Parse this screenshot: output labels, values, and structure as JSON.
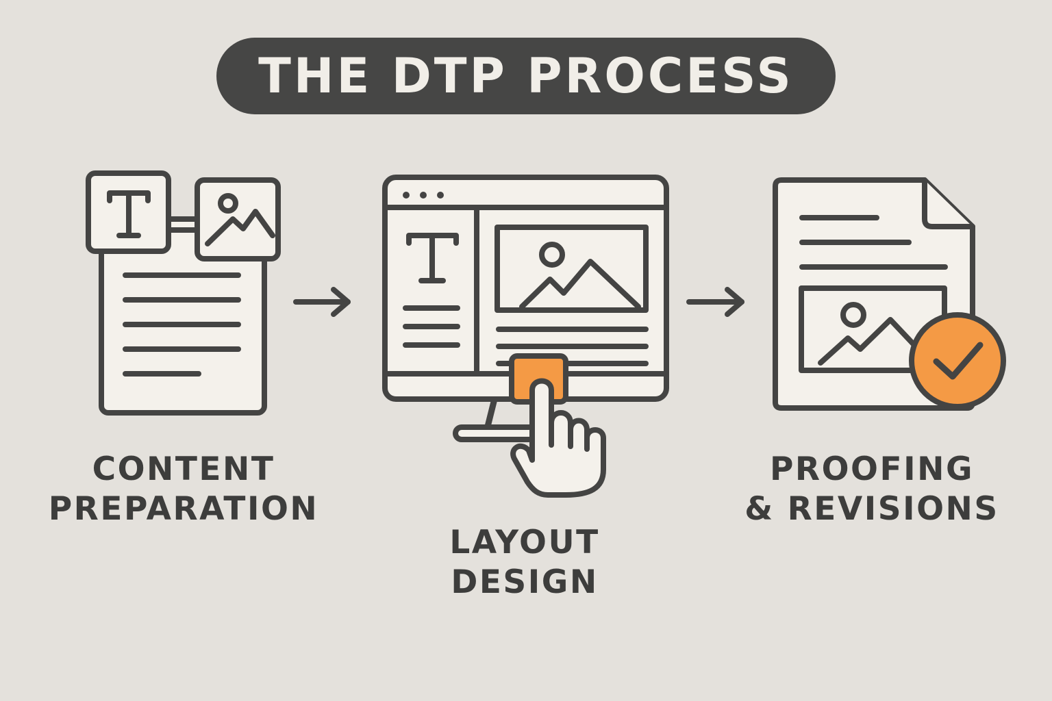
{
  "title": "THE DTP PROCESS",
  "colors": {
    "background": "#e4e1dc",
    "ink": "#444443",
    "paper": "#f4f1eb",
    "accent": "#f49a45"
  },
  "steps": [
    {
      "icon": "document-with-text-and-image-icon",
      "line1": "CONTENT",
      "line2": "PREPARATION"
    },
    {
      "icon": "monitor-layout-with-hand-icon",
      "line1": "LAYOUT",
      "line2": "DESIGN"
    },
    {
      "icon": "approved-document-icon",
      "line1": "PROOFING",
      "line2": "& REVISIONS"
    }
  ],
  "connectors": [
    "arrow-right-icon",
    "arrow-right-icon"
  ]
}
